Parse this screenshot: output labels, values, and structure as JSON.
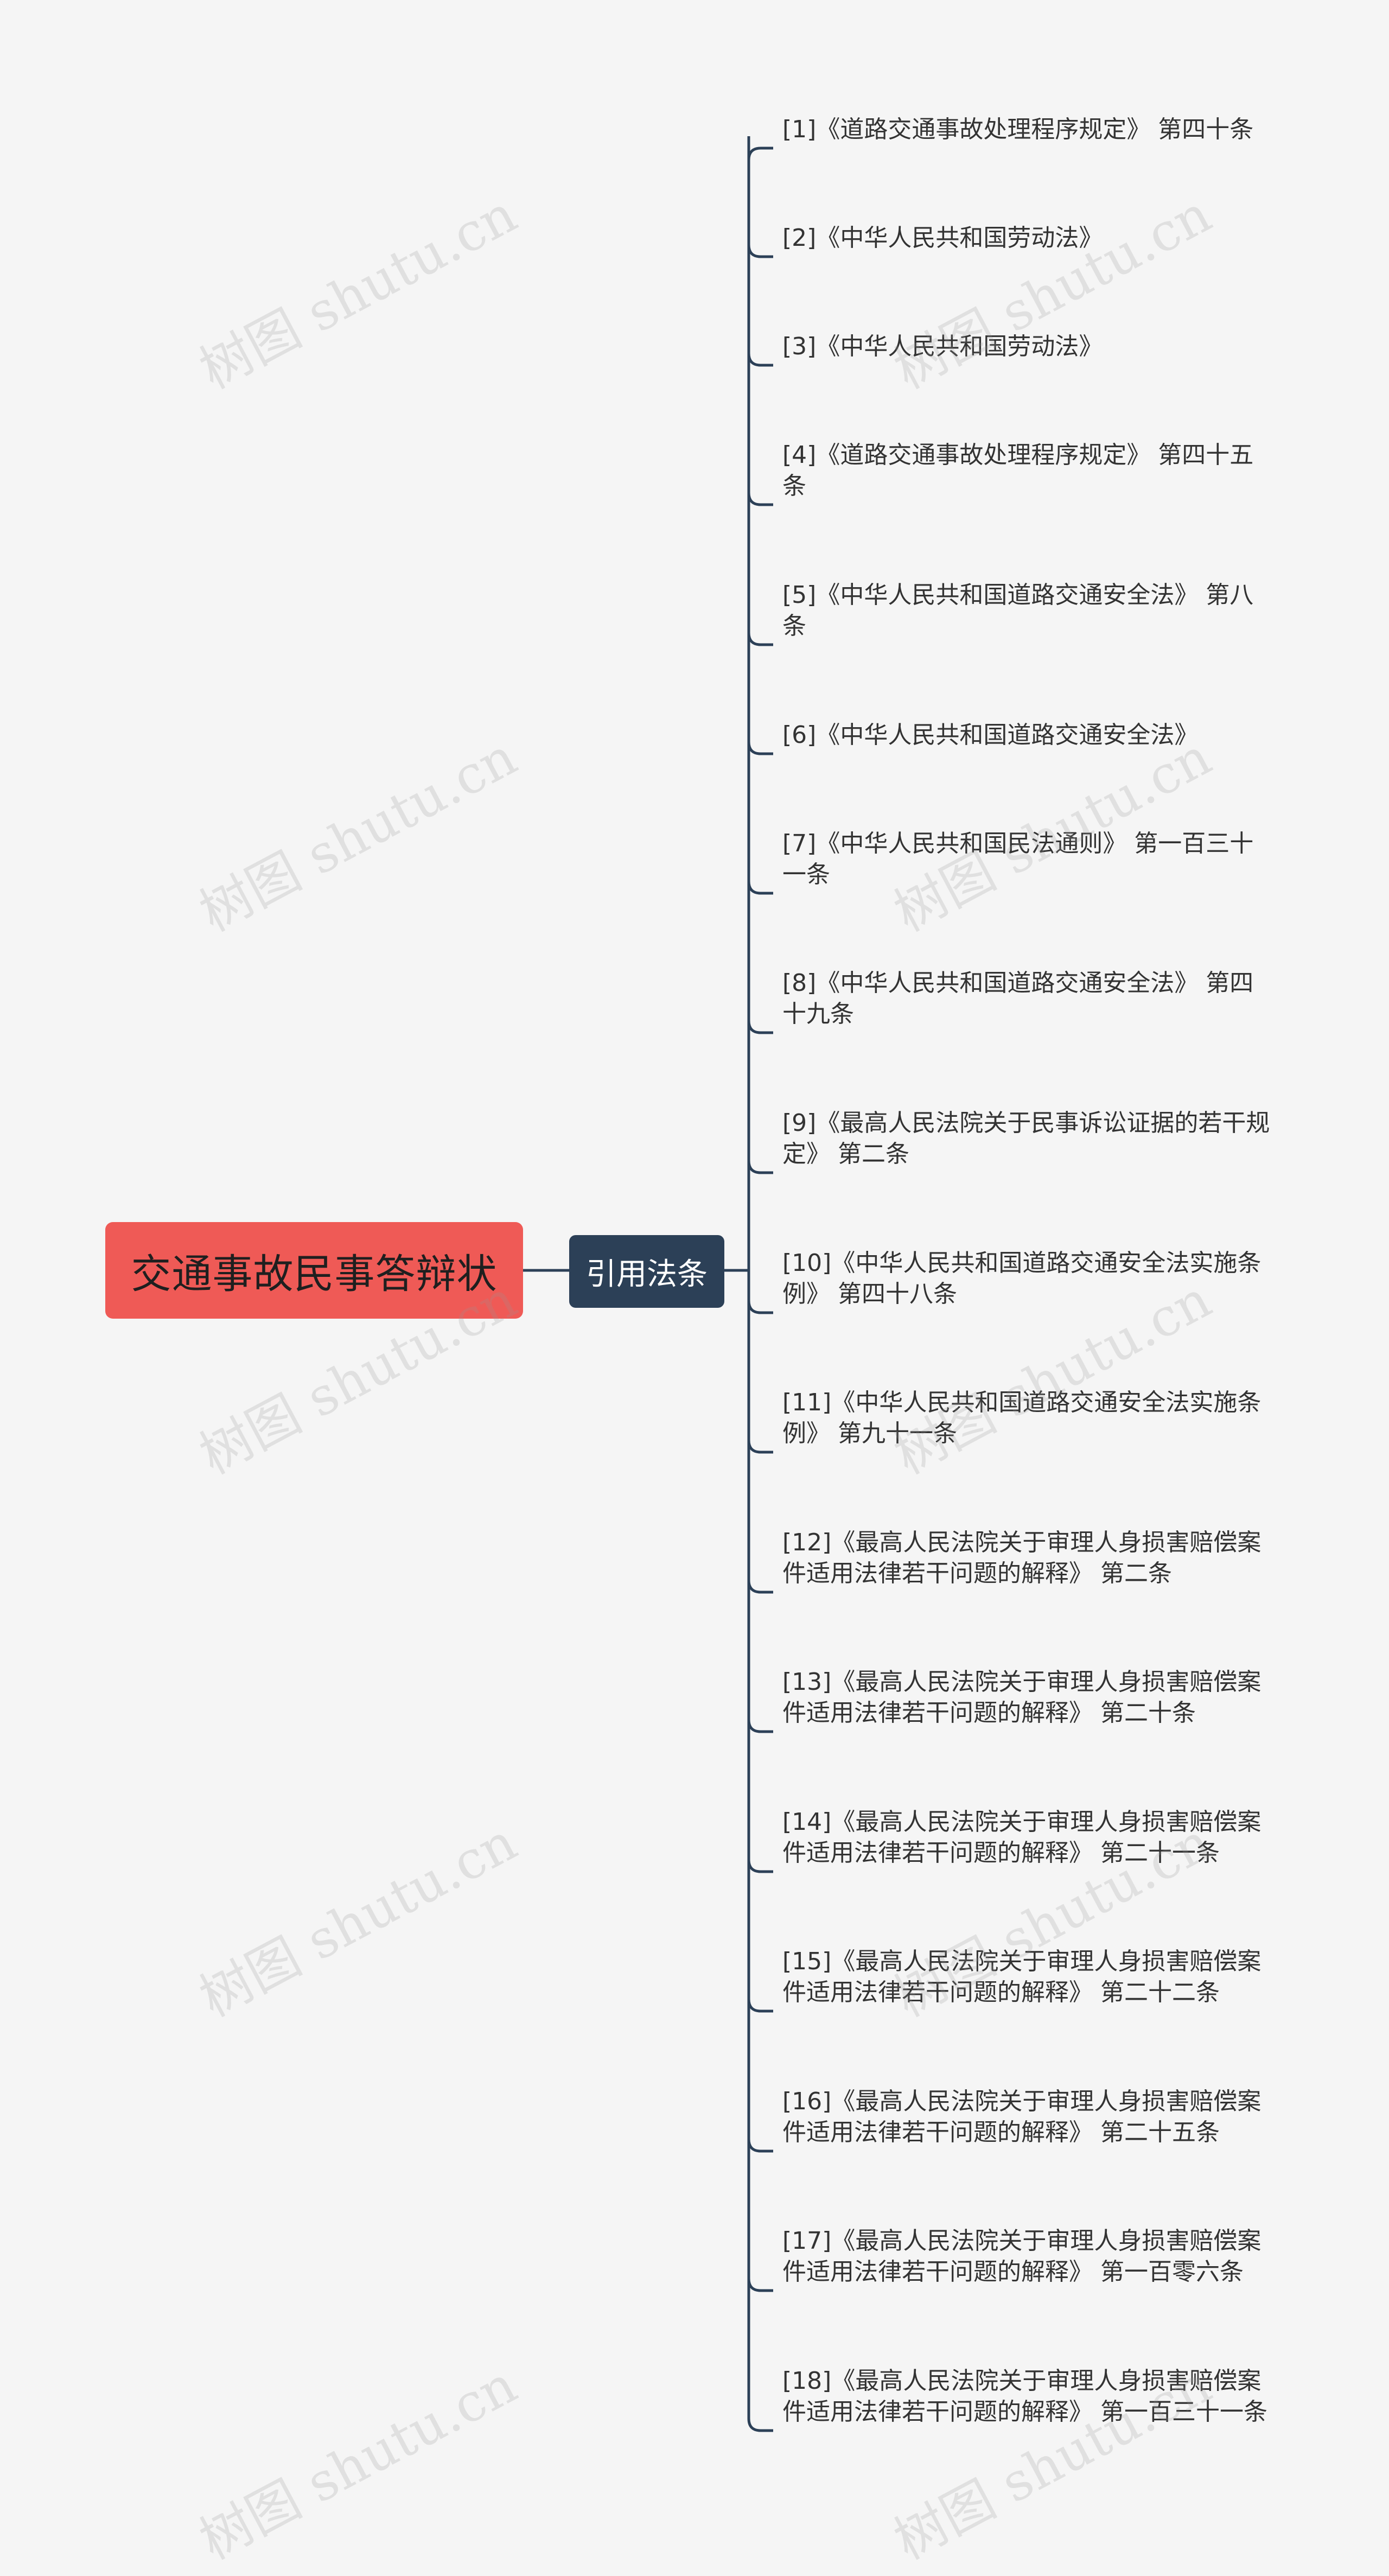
{
  "mindmap": {
    "root": {
      "label": "交通事故民事答辩状"
    },
    "branch": {
      "label": "引用法条"
    },
    "leaves": [
      "[1]《道路交通事故处理程序规定》 第四十条",
      "[2]《中华人民共和国劳动法》",
      "[3]《中华人民共和国劳动法》",
      "[4]《道路交通事故处理程序规定》 第四十五条",
      "[5]《中华人民共和国道路交通安全法》 第八条",
      "[6]《中华人民共和国道路交通安全法》",
      "[7]《中华人民共和国民法通则》 第一百三十一条",
      "[8]《中华人民共和国道路交通安全法》 第四十九条",
      "[9]《最高人民法院关于民事诉讼证据的若干规定》 第二条",
      "[10]《中华人民共和国道路交通安全法实施条例》 第四十八条",
      "[11]《中华人民共和国道路交通安全法实施条例》 第九十一条",
      "[12]《最高人民法院关于审理人身损害赔偿案件适用法律若干问题的解释》 第二条",
      "[13]《最高人民法院关于审理人身损害赔偿案件适用法律若干问题的解释》 第二十条",
      "[14]《最高人民法院关于审理人身损害赔偿案件适用法律若干问题的解释》 第二十一条",
      "[15]《最高人民法院关于审理人身损害赔偿案件适用法律若干问题的解释》 第二十二条",
      "[16]《最高人民法院关于审理人身损害赔偿案件适用法律若干问题的解释》 第二十五条",
      "[17]《最高人民法院关于审理人身损害赔偿案件适用法律若干问题的解释》 第一百零六条",
      "[18]《最高人民法院关于审理人身损害赔偿案件适用法律若干问题的解释》 第一百三十一条"
    ]
  },
  "watermark": {
    "text": "树图 shutu.cn"
  },
  "colors": {
    "root_fill": "#ef5a56",
    "branch_fill": "#2c4057",
    "connector": "#2c4057",
    "background": "#f5f5f5"
  }
}
